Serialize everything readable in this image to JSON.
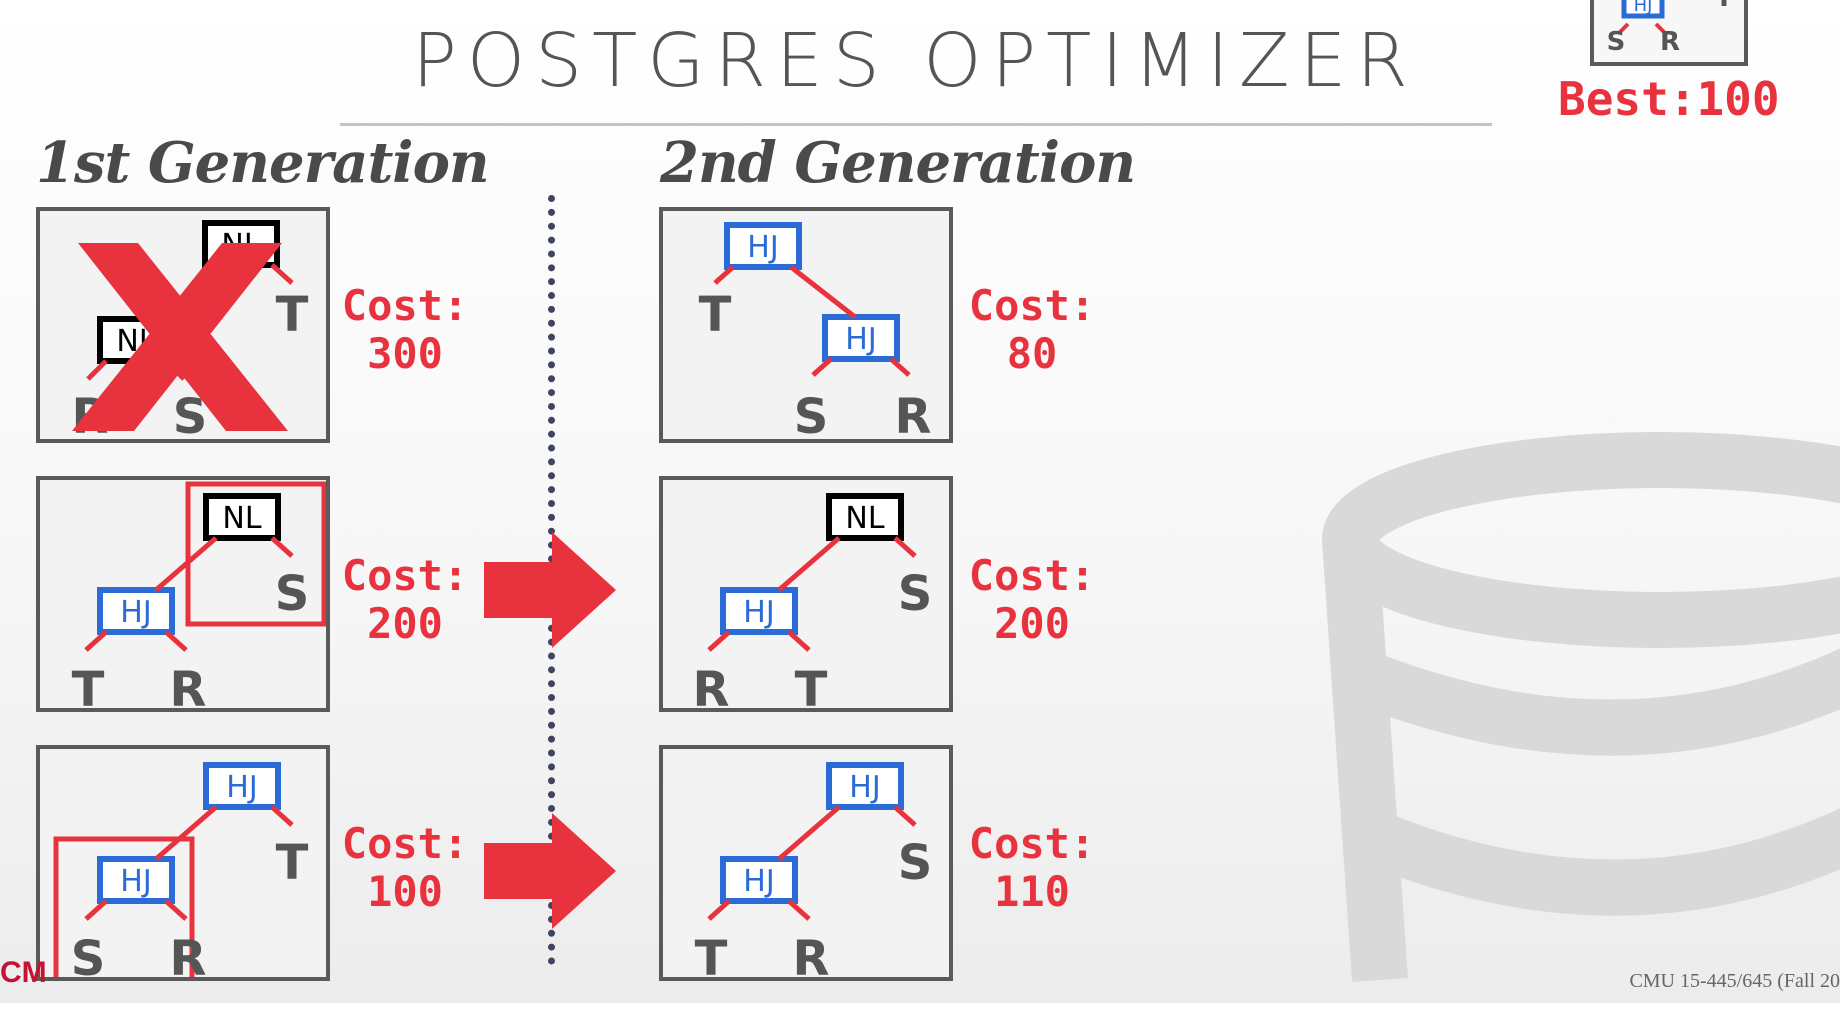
{
  "title": "POSTGRES OPTIMIZER",
  "generations": {
    "first": "1st Generation",
    "second": "2nd Generation"
  },
  "cost_label": "Cost:",
  "colors": {
    "red": "#e8333f",
    "blue": "#2a6bd6",
    "gray": "#555555"
  },
  "plans": {
    "g1": [
      {
        "cost": "300",
        "eliminated": true,
        "nodes": {
          "top": "NL",
          "inner": "NL"
        },
        "leaves": [
          "R",
          "S",
          "T"
        ]
      },
      {
        "cost": "200",
        "nodes": {
          "top": "NL",
          "inner": "HJ"
        },
        "leaves": [
          "T",
          "R",
          "S"
        ]
      },
      {
        "cost": "100",
        "nodes": {
          "top": "HJ",
          "inner": "HJ"
        },
        "leaves": [
          "S",
          "R",
          "T"
        ]
      }
    ],
    "g2": [
      {
        "cost": "80",
        "nodes": {
          "top": "HJ",
          "inner": "HJ"
        },
        "leaves": [
          "T",
          "S",
          "R"
        ]
      },
      {
        "cost": "200",
        "nodes": {
          "top": "NL",
          "inner": "HJ"
        },
        "leaves": [
          "R",
          "T",
          "S"
        ]
      },
      {
        "cost": "110",
        "nodes": {
          "top": "HJ",
          "inner": "HJ"
        },
        "leaves": [
          "T",
          "R",
          "S"
        ]
      }
    ]
  },
  "best": {
    "label": "Best:100",
    "nodes": {
      "top": "HJ"
    },
    "leaves": [
      "S",
      "R",
      "T"
    ]
  },
  "footer": "CMU 15-445/645 (Fall 20",
  "logo": "CM"
}
